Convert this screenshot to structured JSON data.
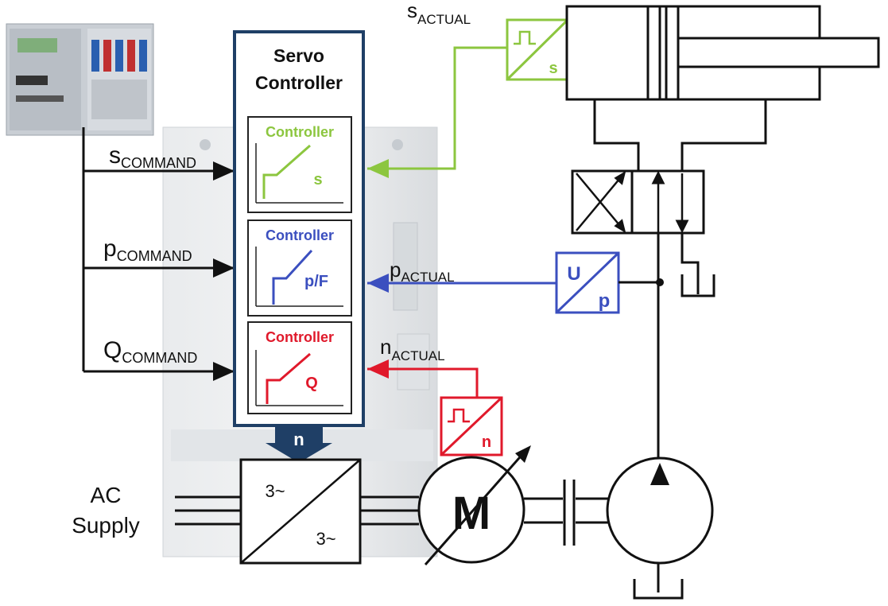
{
  "servo_controller": {
    "title_line1": "Servo",
    "title_line2": "Controller",
    "frame_color": "#1f3f66"
  },
  "controllers": [
    {
      "id": "position",
      "label": "Controller",
      "symbol": "s",
      "color": "#8cc63f"
    },
    {
      "id": "pressure",
      "label": "Controller",
      "symbol": "p/F",
      "color": "#3b4fbf"
    },
    {
      "id": "flow",
      "label": "Controller",
      "symbol": "Q",
      "color": "#e0192b"
    }
  ],
  "commands": [
    {
      "id": "s",
      "main": "s",
      "sub": "COMMAND"
    },
    {
      "id": "p",
      "main": "p",
      "sub": "COMMAND"
    },
    {
      "id": "q",
      "main": "Q",
      "sub": "COMMAND"
    }
  ],
  "actuals": [
    {
      "id": "s",
      "main": "s",
      "sub": "ACTUAL",
      "color": "#8cc63f"
    },
    {
      "id": "p",
      "main": "p",
      "sub": "ACTUAL",
      "color": "#3b4fbf"
    },
    {
      "id": "n",
      "main": "n",
      "sub": "ACTUAL",
      "color": "#e0192b"
    }
  ],
  "sensors": {
    "position": {
      "symbol": "s",
      "color": "#8cc63f"
    },
    "pressure": {
      "top": "U",
      "bottom": "p",
      "color": "#3b4fbf"
    },
    "speed": {
      "symbol": "n",
      "color": "#e0192b"
    }
  },
  "speed_arrow_label": "n",
  "converter": {
    "input": "3~",
    "output": "3~"
  },
  "motor": {
    "label": "M"
  },
  "ac_supply": {
    "line1": "AC",
    "line2": "Supply"
  },
  "colors": {
    "line": "#111111",
    "drive_body": "#dcdfe2",
    "plc_body": "#c9ced4",
    "controller_blue": "#1f3f66"
  }
}
